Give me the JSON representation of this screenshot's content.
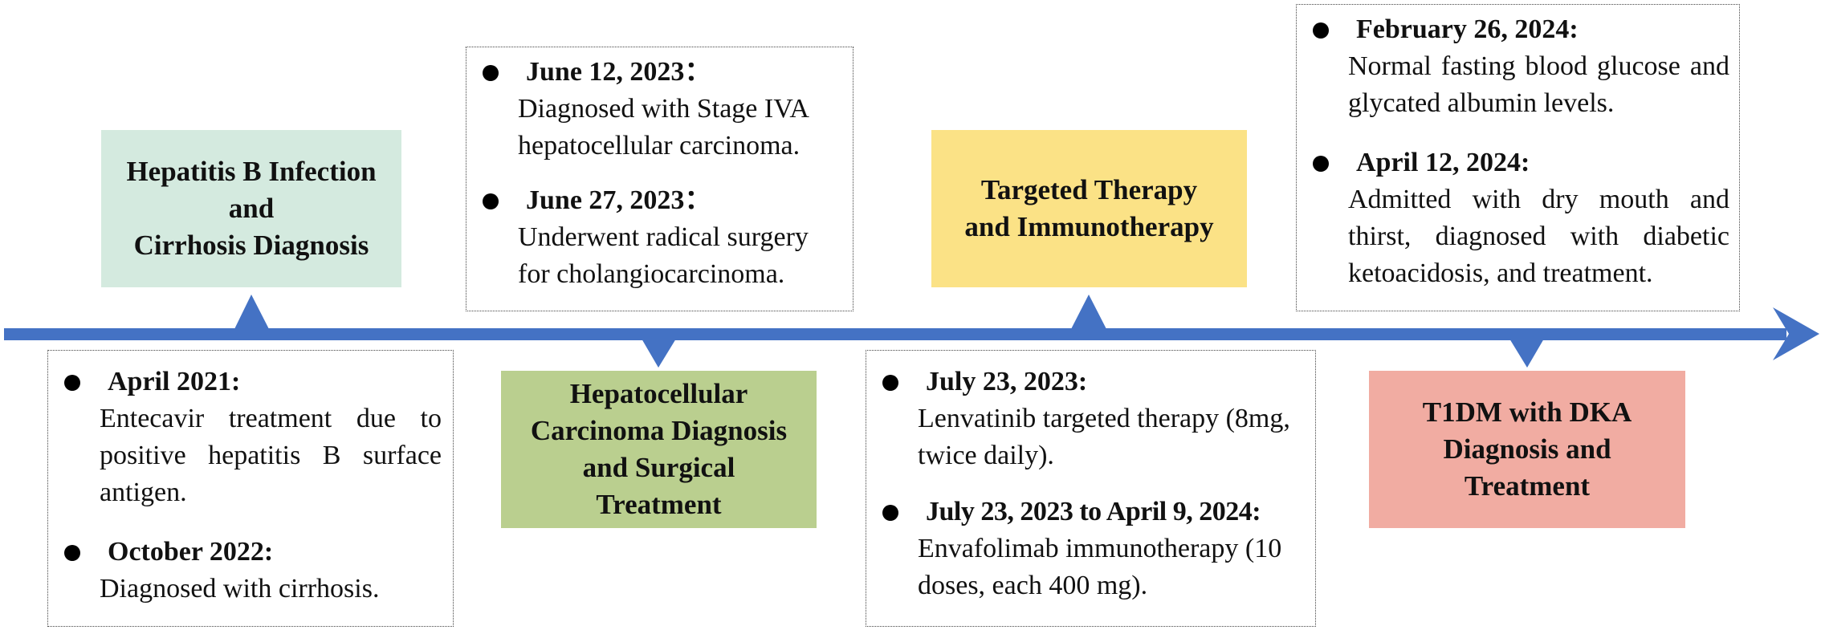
{
  "colors": {
    "arrow": "#4472C4",
    "phase_1": "#D4EADF",
    "phase_2": "#BACF8F",
    "phase_3": "#FBE286",
    "phase_4": "#F1ACA2"
  },
  "phases": [
    {
      "id": "p1",
      "lines": [
        "Hepatitis B Infection",
        "and",
        "Cirrhosis Diagnosis"
      ]
    },
    {
      "id": "p2",
      "lines": [
        "Hepatocellular",
        "Carcinoma Diagnosis",
        "and Surgical",
        "Treatment"
      ]
    },
    {
      "id": "p3",
      "lines": [
        "Targeted Therapy",
        "and Immunotherapy"
      ]
    },
    {
      "id": "p4",
      "lines": [
        "T1DM with DKA",
        "Diagnosis and",
        "Treatment"
      ]
    }
  ],
  "event_groups": [
    {
      "id": "g1",
      "events": [
        {
          "date": "April 2021:",
          "text": "Entecavir treatment due to positive hepatitis B surface antigen."
        },
        {
          "date": "October 2022:",
          "text": "Diagnosed with cirrhosis."
        }
      ]
    },
    {
      "id": "g2",
      "events": [
        {
          "date": "June 12, 2023：",
          "text": "Diagnosed with Stage IVA hepatocellular carcinoma."
        },
        {
          "date": "June 27, 2023：",
          "text": "Underwent radical surgery for cholangiocarcinoma."
        }
      ]
    },
    {
      "id": "g3",
      "events": [
        {
          "date": "July 23, 2023:",
          "text": "Lenvatinib targeted therapy (8mg, twice daily)."
        },
        {
          "date": "July 23, 2023 to April 9, 2024:",
          "text": "Envafolimab immunotherapy (10 doses, each 400 mg)."
        }
      ]
    },
    {
      "id": "g4",
      "events": [
        {
          "date": "February 26, 2024:",
          "text": "Normal fasting blood glucose and glycated albumin levels."
        },
        {
          "date": "April 12, 2024:",
          "text": "Admitted with dry mouth and thirst, diagnosed with diabetic ketoacidosis, and treatment."
        }
      ]
    }
  ]
}
